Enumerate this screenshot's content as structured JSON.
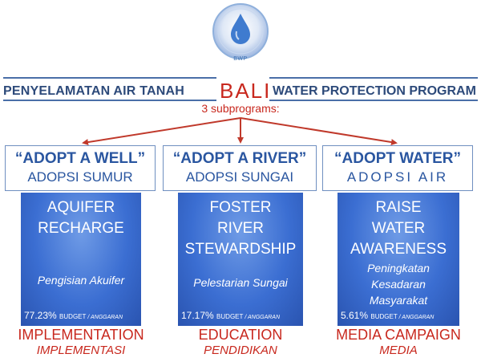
{
  "logo": {
    "caption": "BWP"
  },
  "header": {
    "title_left": "PENYELAMATAN AIR TANAH",
    "title_center": "BALI",
    "title_right": "WATER PROTECTION PROGRAM"
  },
  "subprograms_label": "3 subprograms:",
  "colors": {
    "brand_blue": "#2a56a0",
    "accent_red": "#c8281e",
    "panel_blue": "#3b6ed2"
  },
  "programs": [
    {
      "name_en": "“ADOPT A WELL”",
      "name_id": "ADOPSI SUMUR",
      "panel_lines": [
        "AQUIFER",
        "RECHARGE"
      ],
      "panel_sub": [
        "Pengisian Akuifer"
      ],
      "budget_pct": "77.23%",
      "budget_label": "BUDGET",
      "budget_sep": " / ",
      "budget_label_id": "ANGGARAN",
      "category_en": "IMPLEMENTATION",
      "category_id": "IMPLEMENTASI"
    },
    {
      "name_en": "“ADOPT A RIVER”",
      "name_id": "ADOPSI SUNGAI",
      "panel_lines": [
        "FOSTER",
        "RIVER",
        "STEWARDSHIP"
      ],
      "panel_sub": [
        "Pelestarian Sungai"
      ],
      "budget_pct": "17.17%",
      "budget_label": "BUDGET",
      "budget_sep": " / ",
      "budget_label_id": "ANGGARAN",
      "category_en": "EDUCATION",
      "category_id": "PENDIDIKAN"
    },
    {
      "name_en": "“ADOPT WATER”",
      "name_id": "ADOPSI AIR",
      "panel_lines": [
        "RAISE",
        "WATER",
        "AWARENESS"
      ],
      "panel_sub": [
        "Peningkatan",
        "Kesadaran",
        "Masyarakat"
      ],
      "budget_pct": "5.61%",
      "budget_label": "BUDGET",
      "budget_sep": " / ",
      "budget_label_id": "ANGGARAN",
      "category_en": "MEDIA CAMPAIGN",
      "category_id": "MEDIA"
    }
  ]
}
